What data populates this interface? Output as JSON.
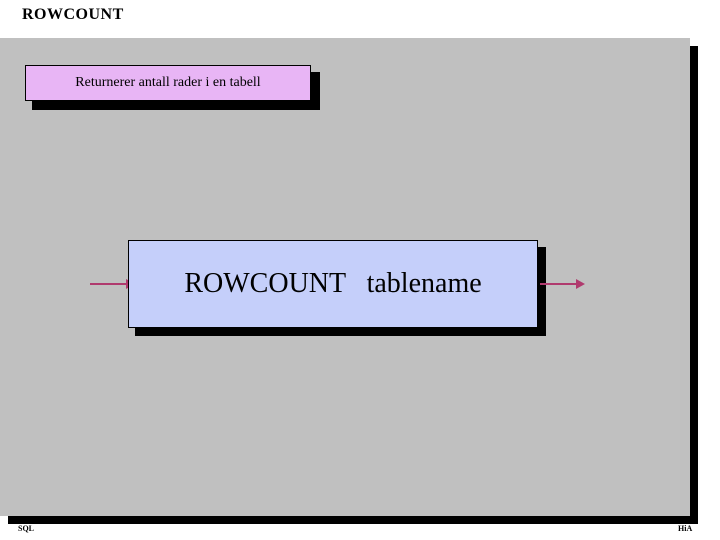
{
  "slide": {
    "title": "ROWCOUNT",
    "caption": "Returnerer antall rader i en tabell",
    "syntax": "ROWCOUNT   tablename",
    "footer_left": "SQL",
    "footer_right": "HiA",
    "colors": {
      "body_panel": "#c0c0c0",
      "caption_box": "#e8b5f5",
      "syntax_box": "#c5cffa",
      "arrow": "#b03a6e",
      "shadow": "#000000",
      "background": "#ffffff"
    }
  }
}
